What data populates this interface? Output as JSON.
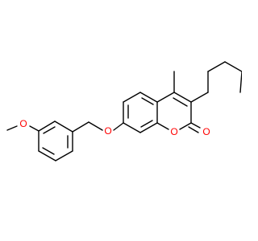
{
  "molecule": {
    "atom_labels": {
      "methoxy_oxygen": "O",
      "ether_oxygen": "O",
      "ring_oxygen": "O",
      "carbonyl_oxygen": "O"
    },
    "colors": {
      "bond": "#000000",
      "heteroatom": "#ff0000",
      "background": "#ffffff"
    }
  }
}
